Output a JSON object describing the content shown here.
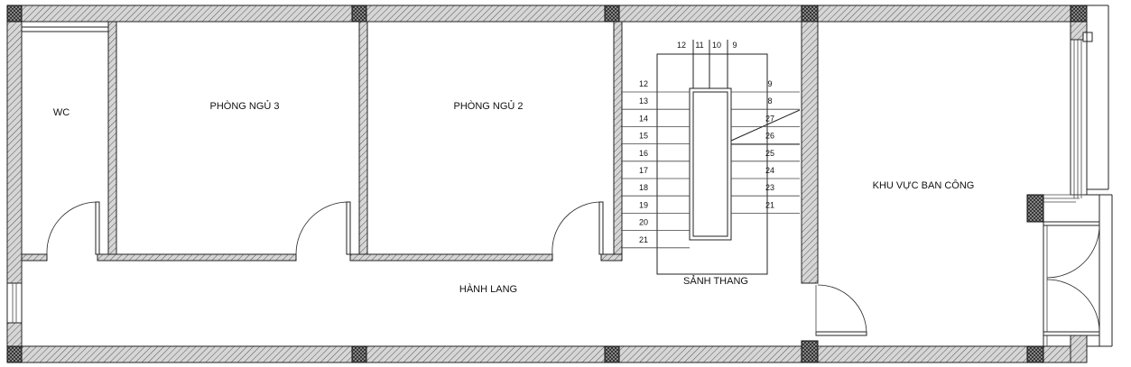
{
  "rooms": {
    "wc": "WC",
    "bedroom3": "PHÒNG NGỦ 3",
    "bedroom2": "PHÒNG NGỦ 2",
    "corridor": "HÀNH LANG",
    "stair_hall": "SẢNH THANG",
    "balcony": "KHU VỰC BAN CÔNG"
  },
  "stairs": {
    "top_numbers": [
      "12",
      "11",
      "10",
      "9"
    ],
    "left_numbers": [
      "12",
      "13",
      "14",
      "15",
      "16",
      "17",
      "18",
      "19",
      "20",
      "21"
    ],
    "right_numbers": [
      "9",
      "8",
      "27",
      "26",
      "25",
      "24",
      "23",
      "21"
    ]
  }
}
